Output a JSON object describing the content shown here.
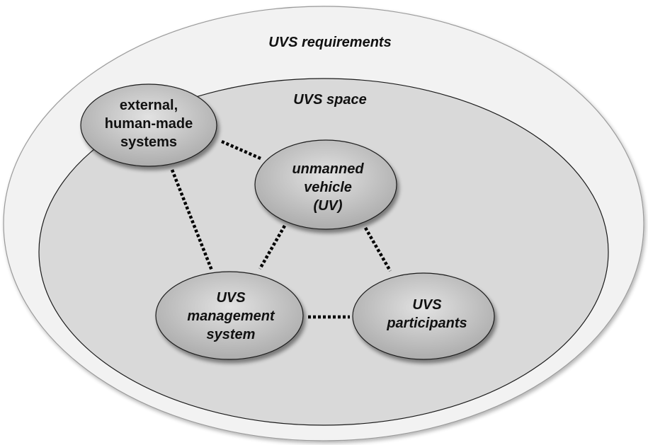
{
  "requirements": {
    "label": "UVS requirements"
  },
  "space": {
    "label": "UVS space"
  },
  "nodes": {
    "external": {
      "lines": [
        "external,",
        "human-made",
        "systems"
      ]
    },
    "uv": {
      "lines": [
        "unmanned",
        "vehicle",
        "(UV)"
      ]
    },
    "management": {
      "lines": [
        "UVS",
        "management",
        "system"
      ]
    },
    "participants": {
      "lines": [
        "UVS",
        "participants"
      ]
    }
  },
  "links": [
    {
      "from": "external",
      "to": "uv"
    },
    {
      "from": "external",
      "to": "management"
    },
    {
      "from": "uv",
      "to": "management"
    },
    {
      "from": "uv",
      "to": "participants"
    },
    {
      "from": "management",
      "to": "participants"
    }
  ],
  "colors": {
    "requirements_fill": "#f2f2f2",
    "space_fill": "#d9d9d9",
    "node_fill_light": "#e0e0e0",
    "node_fill_dark": "#a6a6a6",
    "outline": "#1a1a1a",
    "link": "#000000"
  }
}
